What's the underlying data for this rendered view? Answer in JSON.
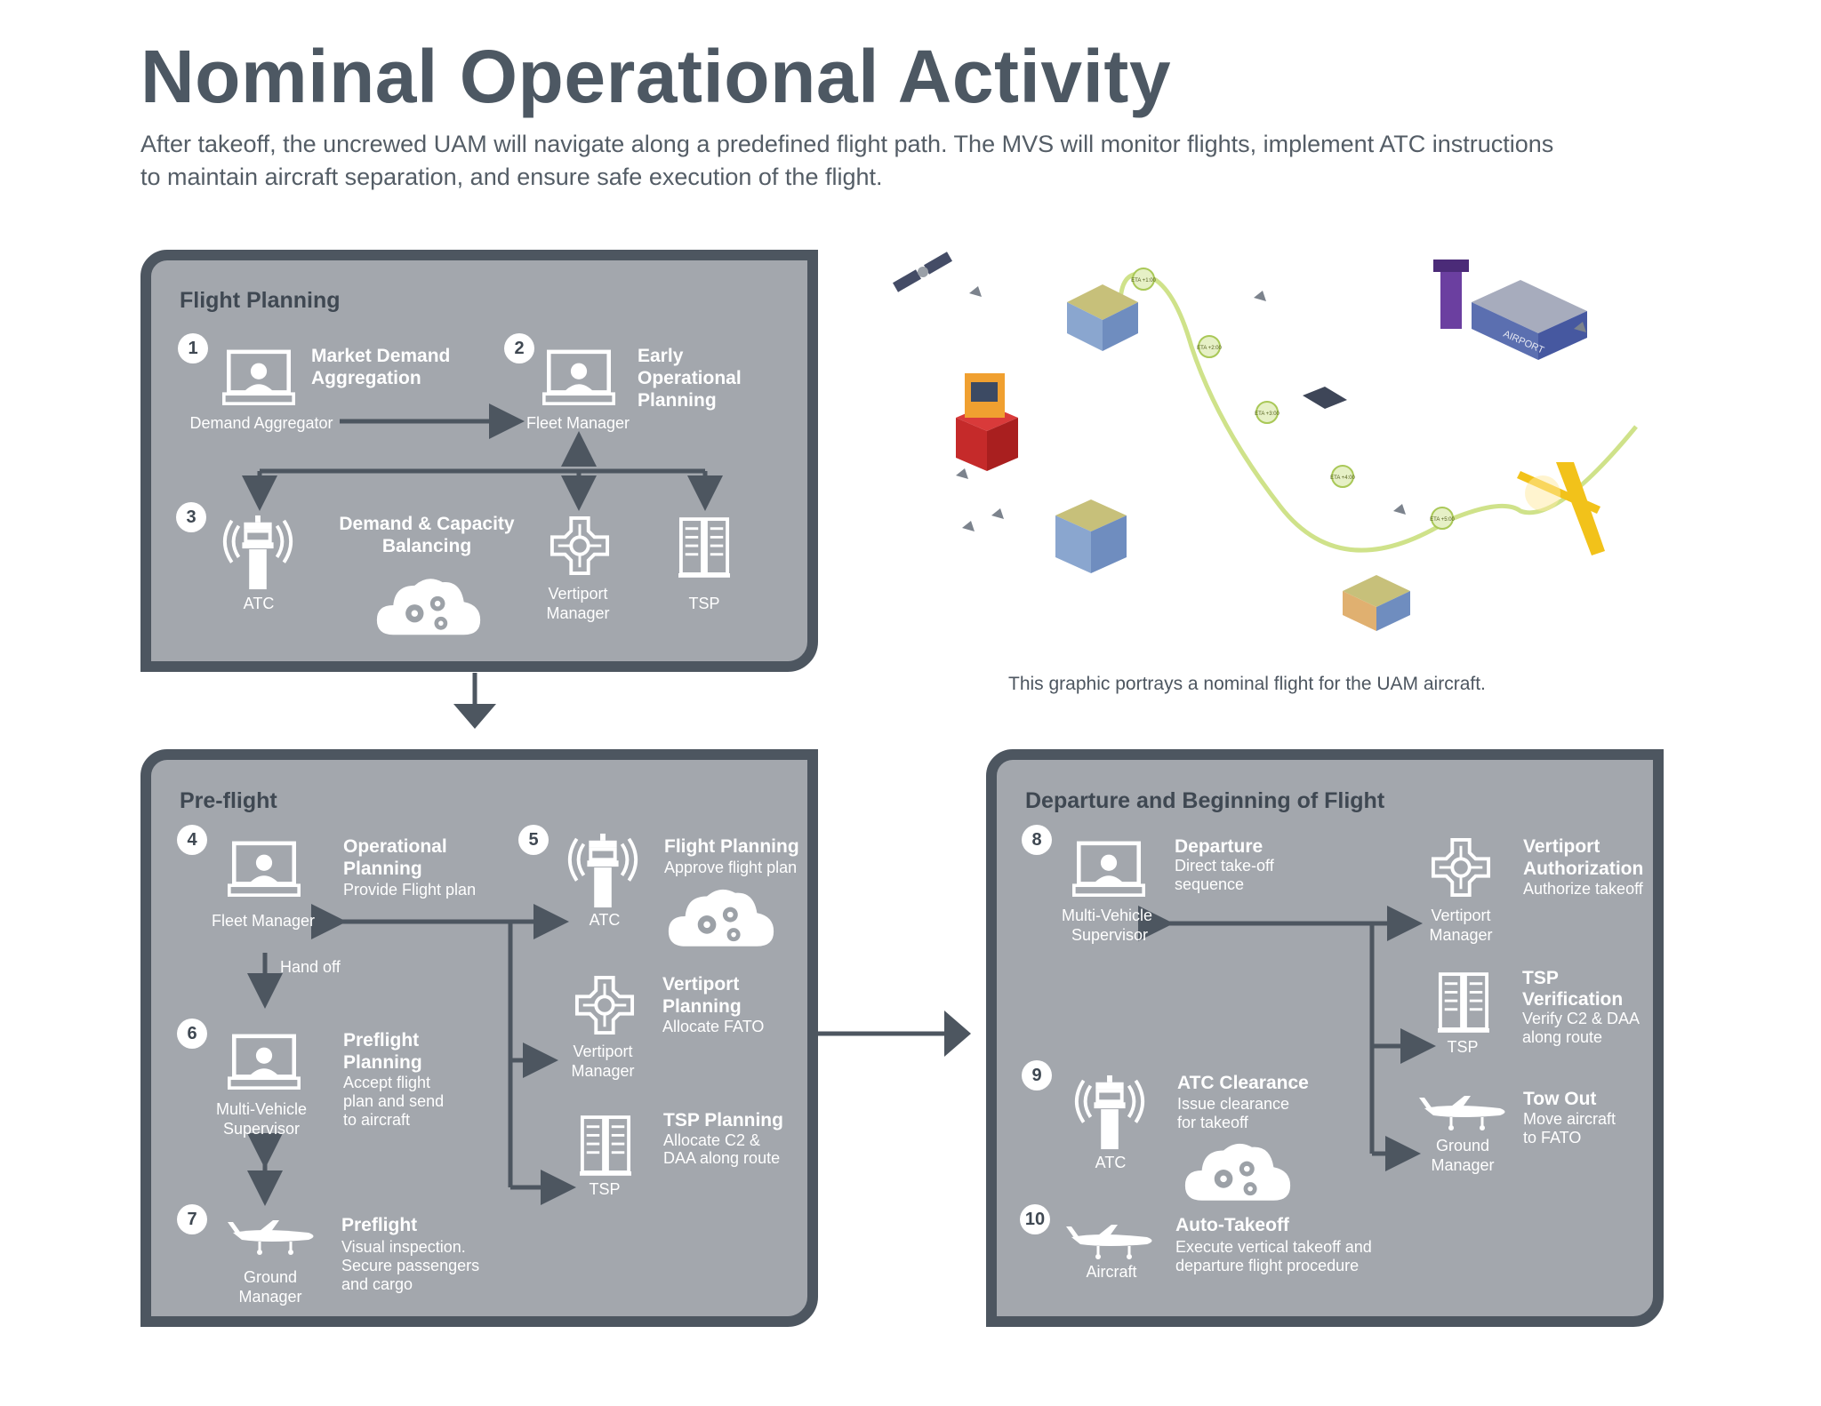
{
  "title": "Nominal Operational Activity",
  "subtitle_line1": "After takeoff, the uncrewed UAM will navigate along a predefined flight path. The MVS will monitor flights, implement ATC instructions",
  "subtitle_line2": "to maintain aircraft separation, and ensure safe execution of the flight.",
  "caption": "This graphic portrays a nominal flight for the UAM aircraft.",
  "illustration": {
    "eta_labels": [
      "ETA +1:00",
      "ETA +2:00",
      "ETA +3:00",
      "ETA +4:00",
      "ETA +5:00"
    ],
    "airport_sign": "AIRPORT"
  },
  "panels": {
    "flight_planning": {
      "title": "Flight Planning",
      "step1": {
        "num": "1",
        "title_l1": "Market Demand",
        "title_l2": "Aggregation",
        "actor": "Demand Aggregator"
      },
      "step2": {
        "num": "2",
        "title_l1": "Early",
        "title_l2": "Operational",
        "title_l3": "Planning",
        "actor": "Fleet Manager"
      },
      "step3": {
        "num": "3",
        "title_l1": "Demand & Capacity",
        "title_l2": "Balancing",
        "actor_atc": "ATC",
        "actor_vm_l1": "Vertiport",
        "actor_vm_l2": "Manager",
        "actor_tsp": "TSP"
      }
    },
    "preflight": {
      "title": "Pre-flight",
      "step4": {
        "num": "4",
        "title_l1": "Operational",
        "title_l2": "Planning",
        "desc": "Provide Flight plan",
        "actor": "Fleet Manager"
      },
      "handoff": "Hand off",
      "step5": {
        "num": "5",
        "title": "Flight Planning",
        "desc": "Approve flight plan",
        "actor": "ATC"
      },
      "vertiport": {
        "title_l1": "Vertiport",
        "title_l2": "Planning",
        "desc": "Allocate FATO",
        "actor_l1": "Vertiport",
        "actor_l2": "Manager"
      },
      "tsp": {
        "title": "TSP Planning",
        "desc_l1": "Allocate C2 &",
        "desc_l2": "DAA along route",
        "actor": "TSP"
      },
      "step6": {
        "num": "6",
        "title_l1": "Preflight",
        "title_l2": "Planning",
        "desc_l1": "Accept flight",
        "desc_l2": "plan and send",
        "desc_l3": "to aircraft",
        "actor_l1": "Multi-Vehicle",
        "actor_l2": "Supervisor"
      },
      "step7": {
        "num": "7",
        "title": "Preflight",
        "desc_l1": "Visual inspection.",
        "desc_l2": "Secure passengers",
        "desc_l3": "and cargo",
        "actor_l1": "Ground",
        "actor_l2": "Manager"
      }
    },
    "departure": {
      "title": "Departure and Beginning of Flight",
      "step8": {
        "num": "8",
        "title": "Departure",
        "desc_l1": "Direct take-off",
        "desc_l2": "sequence",
        "actor_l1": "Multi-Vehicle",
        "actor_l2": "Supervisor"
      },
      "vertiport": {
        "title_l1": "Vertiport",
        "title_l2": "Authorization",
        "desc": "Authorize takeoff",
        "actor_l1": "Vertiport",
        "actor_l2": "Manager"
      },
      "tsp": {
        "title_l1": "TSP",
        "title_l2": "Verification",
        "desc_l1": "Verify C2 & DAA",
        "desc_l2": "along route",
        "actor": "TSP"
      },
      "step9": {
        "num": "9",
        "title": "ATC Clearance",
        "desc_l1": "Issue clearance",
        "desc_l2": "for takeoff",
        "actor": "ATC"
      },
      "towout": {
        "title": "Tow Out",
        "desc_l1": "Move aircraft",
        "desc_l2": "to FATO",
        "actor_l1": "Ground",
        "actor_l2": "Manager"
      },
      "step10": {
        "num": "10",
        "title": "Auto-Takeoff",
        "desc_l1": "Execute vertical takeoff and",
        "desc_l2": "departure flight procedure",
        "actor": "Aircraft"
      }
    }
  }
}
